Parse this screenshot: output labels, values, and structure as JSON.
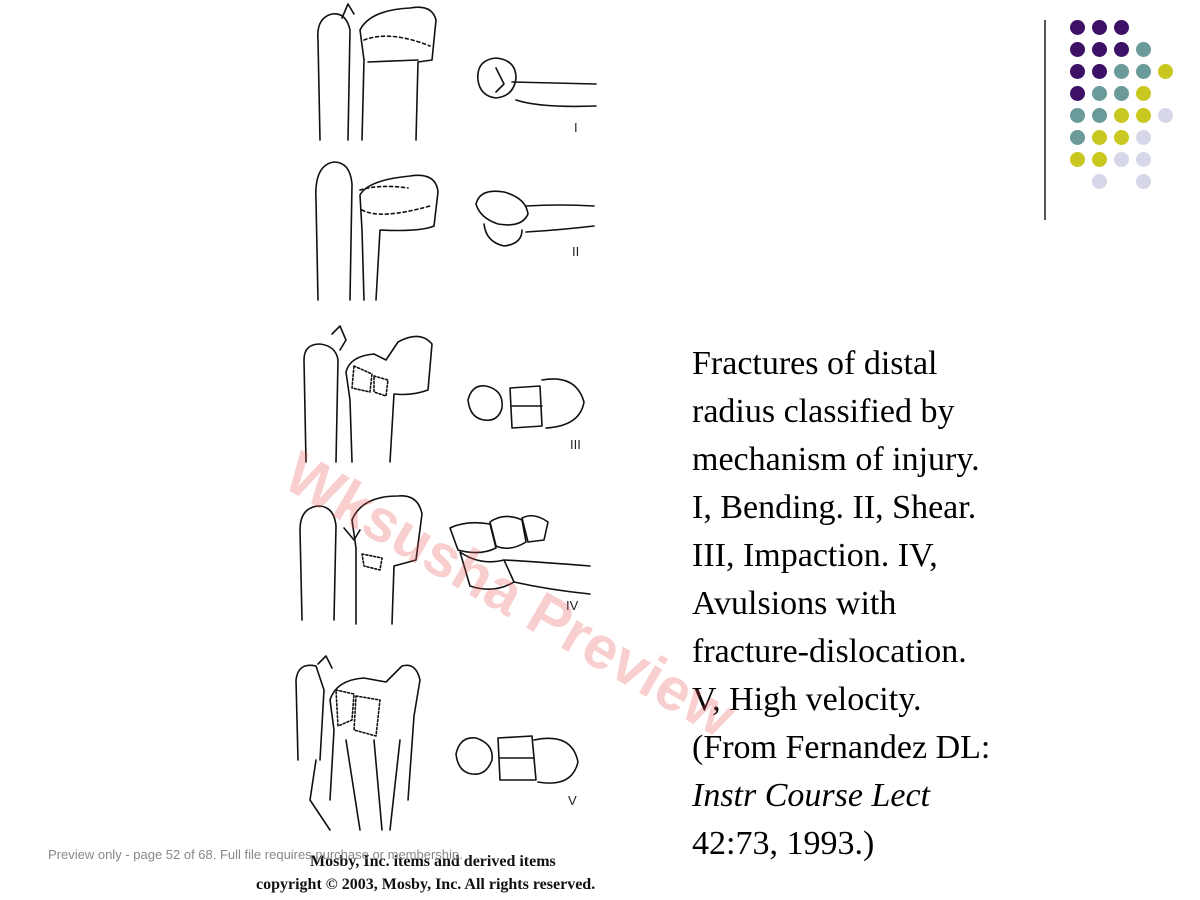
{
  "figure": {
    "type_labels": [
      "I",
      "II",
      "III",
      "IV",
      "V"
    ],
    "credit_line_1": "Mosby, Inc. items and derived items",
    "credit_line_2": "copyright © 2003, Mosby, Inc. All rights reserved."
  },
  "caption": {
    "lines": [
      "Fractures of distal",
      "radius classified by",
      "mechanism of injury.",
      "I, Bending. II, Shear.",
      "III, Impaction. IV,",
      "Avulsions with",
      "fracture-dislocation.",
      "V, High velocity.",
      "(From Fernandez DL:",
      "Instr Course Lect",
      "42:73, 1993.)"
    ]
  },
  "decor": {
    "colors": {
      "purple": "#3d1266",
      "teal": "#6b9a9a",
      "olive": "#c8c820",
      "lavender": "#d7d7ea"
    },
    "dot_rows": [
      [
        "purple",
        "purple",
        "purple",
        "",
        ""
      ],
      [
        "purple",
        "purple",
        "purple",
        "teal",
        ""
      ],
      [
        "purple",
        "purple",
        "teal",
        "teal",
        "olive"
      ],
      [
        "purple",
        "teal",
        "teal",
        "olive",
        ""
      ],
      [
        "teal",
        "teal",
        "olive",
        "olive",
        "lavender"
      ],
      [
        "teal",
        "olive",
        "olive",
        "lavender",
        ""
      ],
      [
        "olive",
        "olive",
        "lavender",
        "lavender",
        ""
      ],
      [
        "",
        "lavender",
        "",
        "lavender",
        ""
      ]
    ]
  },
  "watermark": "Wksusha Preview",
  "footer_note": "Preview only - page 52 of 68. Full file requires purchase or membership."
}
